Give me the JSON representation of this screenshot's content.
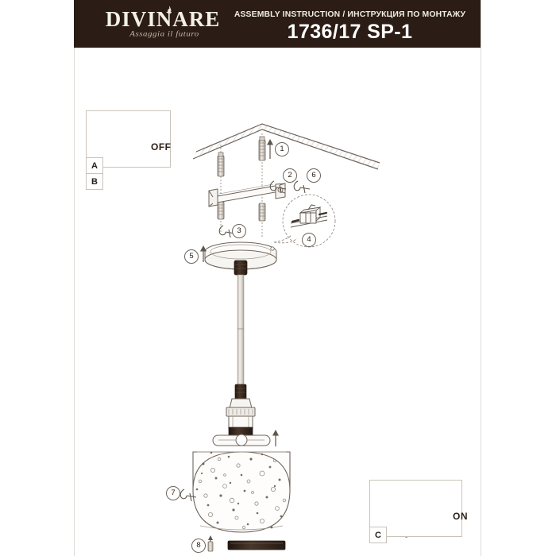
{
  "header": {
    "brand": "DIVINARE",
    "brand_tagline": "Assaggia il futuro",
    "subtitle": "ASSEMBLY INSTRUCTION / ИНСТРУКЦИЯ ПО МОНТАЖУ",
    "model_code": "1736/17 SP-1",
    "bg_color": "#2b1d15",
    "text_color": "#ffffff",
    "flame_icon": "flame-icon"
  },
  "panels": {
    "breaker_off": {
      "tag_top": "A",
      "tag_bottom": "B",
      "state_label": "OFF",
      "icon": "circuit-breaker-icon",
      "hand_icon": "hand-pointing-icon",
      "arrow_icon": "curved-arrow-down-icon"
    },
    "breaker_on": {
      "tag": "C",
      "state_label": "ON",
      "icon": "circuit-breaker-icon",
      "hand_icon": "hand-pointing-icon",
      "arrow_icon": "curved-arrow-up-icon"
    }
  },
  "callouts": [
    {
      "id": "1",
      "number": "1",
      "name": "ceiling-anchor-callout"
    },
    {
      "id": "2",
      "number": "2",
      "name": "bracket-screw-callout"
    },
    {
      "id": "3",
      "number": "3",
      "name": "canopy-screw-callout"
    },
    {
      "id": "4",
      "number": "4",
      "name": "terminal-block-detail-callout"
    },
    {
      "id": "5",
      "number": "5",
      "name": "canopy-callout"
    },
    {
      "id": "6",
      "number": "6",
      "name": "extra-screw-callout"
    },
    {
      "id": "7",
      "number": "7",
      "name": "shade-set-screw-callout"
    },
    {
      "id": "8",
      "number": "8",
      "name": "bulb-callout"
    }
  ],
  "diagram": {
    "name": "pendant-lamp-exploded-assembly",
    "parts": [
      "ceiling-surface",
      "wall-anchor",
      "mounting-bracket",
      "ceiling-canopy",
      "terminal-block",
      "suspension-cord",
      "lamp-socket",
      "shade-ring",
      "glass-globe-shade",
      "light-bulb"
    ]
  },
  "colors": {
    "line": "#5f564d",
    "dark_part": "#3a2b20",
    "frame": "#dedad4"
  }
}
